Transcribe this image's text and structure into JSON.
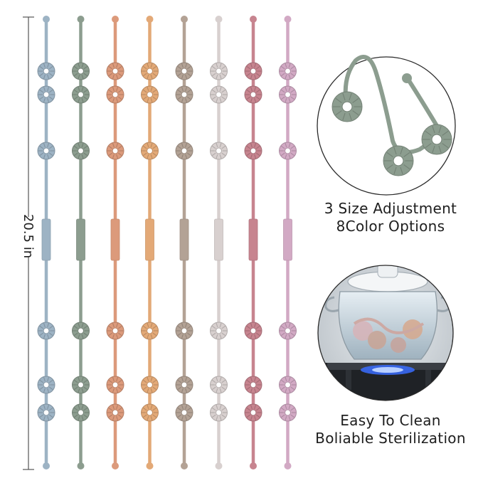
{
  "dimension_label": "20.5 in",
  "features": [
    {
      "line1": "3 Size Adjustment",
      "line2": "8Color Options"
    },
    {
      "line1": "Easy To Clean",
      "line2": "Boliable Sterilization"
    }
  ],
  "colors": {
    "straps": [
      "#9db3c4",
      "#8c9d8f",
      "#dc9a7b",
      "#e3a977",
      "#b3a295",
      "#d8d0cf",
      "#c7848f",
      "#d2a9c4"
    ],
    "detail_strap": "#8c9d8f",
    "text": "#1e1e1e",
    "flame": "#3a6cff"
  }
}
